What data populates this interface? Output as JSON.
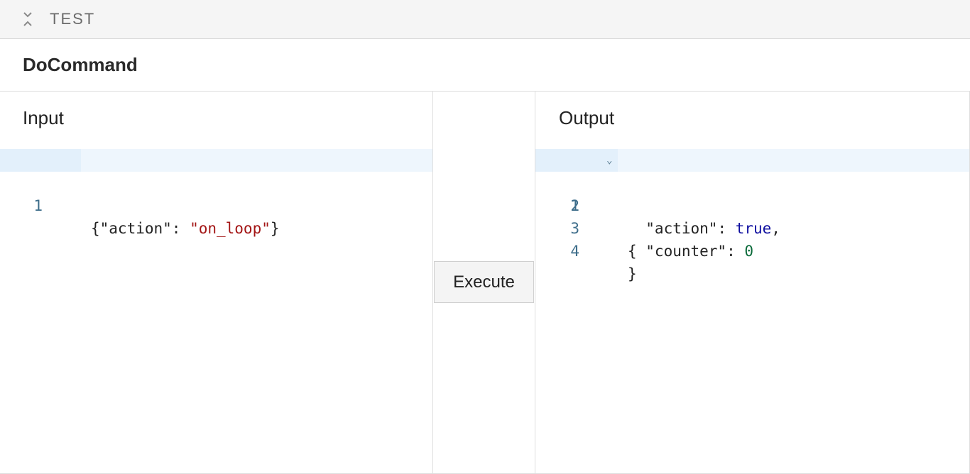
{
  "panel": {
    "title": "TEST",
    "collapse_icon": "collapse-icon"
  },
  "section": {
    "title": "DoCommand"
  },
  "input": {
    "label": "Input",
    "lines": [
      {
        "number": "1",
        "open": "{\"action\": ",
        "string": "\"on_loop\"",
        "close": "}"
      }
    ]
  },
  "execute": {
    "label": "Execute"
  },
  "output": {
    "label": "Output",
    "fold_icon": "chevron-down-icon",
    "lines": [
      {
        "number": "1",
        "text": "{"
      },
      {
        "number": "2",
        "key": "  \"action\": ",
        "value": "true",
        "after": ","
      },
      {
        "number": "3",
        "key": "  \"counter\": ",
        "value": "0"
      },
      {
        "number": "4",
        "text": "}"
      }
    ]
  },
  "colors": {
    "string": "#a31515",
    "keyword": "#1010a0",
    "number": "#0b6b3b",
    "active_line": "#eef6fd"
  }
}
